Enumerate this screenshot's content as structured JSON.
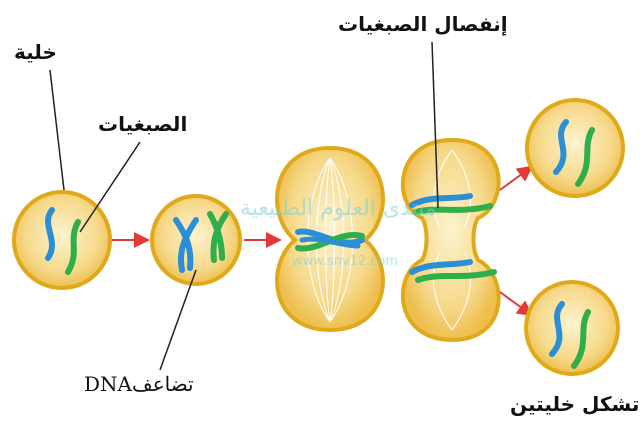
{
  "labels": {
    "cell": "خلية",
    "chromosomes": "الصبغيات",
    "chromosome_separation": "إنفصال الصبغيات",
    "dna_replication": "تضاعفDNA",
    "two_cells_formation": "تشكل خليتين"
  },
  "watermark": {
    "line1": "منتدى العلوم الطبيعية",
    "line2": "www.snv12.com"
  },
  "colors": {
    "membrane": "#e0a91a",
    "cytoplasm": "#f6d98a",
    "nucleus_light": "#fbf1c8",
    "chromosome_blue": "#2b8fd6",
    "chromosome_green": "#2fae4c",
    "arrow": "#e23a3a",
    "spindle": "#ffffff"
  }
}
